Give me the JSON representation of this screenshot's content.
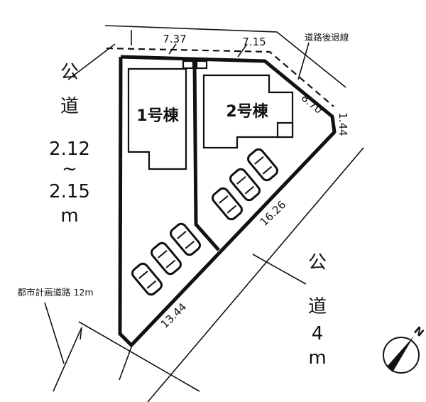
{
  "lot_labels": {
    "building1": "1号棟",
    "building2": "2号棟"
  },
  "road_left": {
    "char1": "公",
    "char2": "道",
    "width_a": "2.12",
    "tilde": "~",
    "width_b": "2.15",
    "unit": "m"
  },
  "road_right": {
    "char1": "公",
    "char2": "道",
    "width": "4",
    "unit": "m"
  },
  "dimensions": {
    "top_left": "7.37",
    "top_right": "7.15",
    "diag_ne": "8.70",
    "east": "1.44",
    "se_upper": "16.26",
    "se_lower": "13.44"
  },
  "annotations": {
    "setback_line": "道路後退線",
    "planned_road": "都市計画道路 12m"
  },
  "compass": {
    "north": "N"
  }
}
